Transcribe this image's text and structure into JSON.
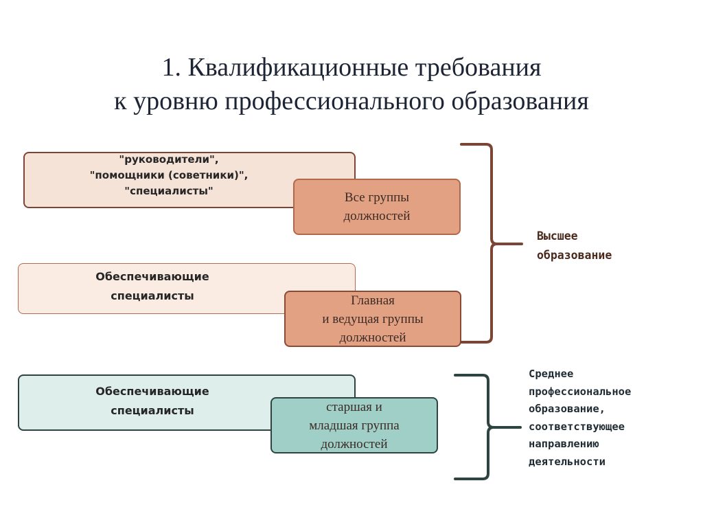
{
  "title": {
    "line1": "1. Квалификационные требования",
    "line2": "к уровню профессионального образования"
  },
  "categories": [
    {
      "lines": [
        "\"руководители\",",
        "\"помощники (советники)\",",
        "\"специалисты\""
      ]
    },
    {
      "lines": [
        "Обеспечивающие",
        "специалисты"
      ]
    },
    {
      "lines": [
        "Обеспечивающие",
        "специалисты"
      ]
    }
  ],
  "position_groups": [
    {
      "lines": [
        "Все группы",
        "должностей"
      ]
    },
    {
      "lines": [
        "Главная",
        "и ведущая группы",
        "должностей"
      ]
    },
    {
      "lines": [
        "старшая и",
        "младшая группа",
        "должностей"
      ]
    }
  ],
  "requirements": [
    {
      "lines": [
        "Высшее",
        "образование"
      ]
    },
    {
      "lines": [
        "Среднее",
        "профессиональное",
        "образование,",
        "соответствующее",
        "направлению",
        "деятельности"
      ]
    }
  ],
  "colors": {
    "brown_accent": "#7a4535",
    "peach_fill": "#e3a183",
    "teal_fill": "#9fcfc7",
    "dark_teal": "#2e4440"
  }
}
